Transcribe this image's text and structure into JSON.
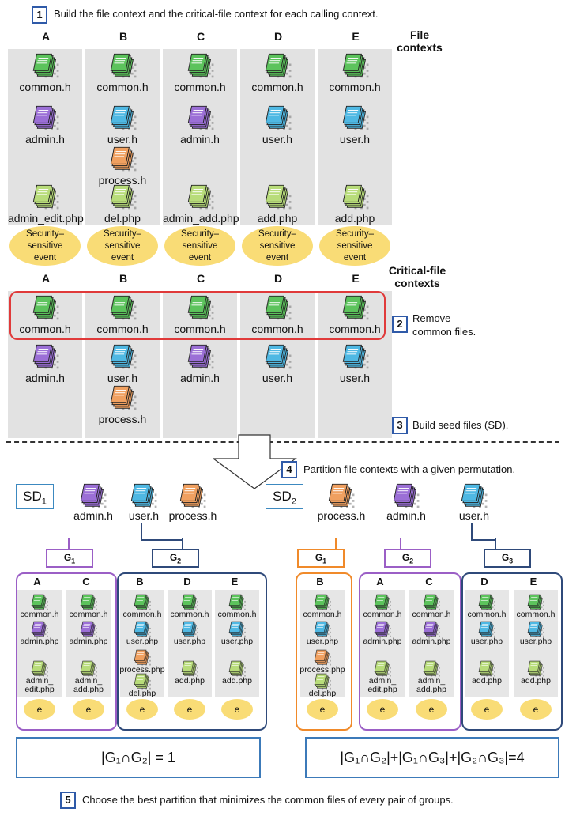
{
  "steps": [
    {
      "num": "1",
      "text": "Build the file context and the critical-file context for each calling context."
    },
    {
      "num": "2",
      "text": "Remove\ncommon files."
    },
    {
      "num": "3",
      "text": "Build seed files (SD)."
    },
    {
      "num": "4",
      "text": "Partition file contexts with a given permutation."
    },
    {
      "num": "5",
      "text": "Choose the best partition that minimizes the common files of every pair of groups."
    }
  ],
  "file_contexts": {
    "title_line1": "File",
    "title_line2": "contexts",
    "columns": [
      {
        "label": "A",
        "files": [
          "common.h",
          "admin.h",
          "admin_edit.php"
        ]
      },
      {
        "label": "B",
        "files": [
          "common.h",
          "user.h",
          "process.h",
          "del.php"
        ]
      },
      {
        "label": "C",
        "files": [
          "common.h",
          "admin.h",
          "admin_add.php"
        ]
      },
      {
        "label": "D",
        "files": [
          "common.h",
          "user.h",
          "add.php"
        ]
      },
      {
        "label": "E",
        "files": [
          "common.h",
          "user.h",
          "add.php"
        ]
      }
    ],
    "event_label": "Security–\nsensitive\nevent"
  },
  "critical_contexts": {
    "title_line1": "Critical-file",
    "title_line2": "contexts",
    "columns": [
      {
        "label": "A",
        "files": [
          "common.h",
          "admin.h"
        ]
      },
      {
        "label": "B",
        "files": [
          "common.h",
          "user.h",
          "process.h"
        ]
      },
      {
        "label": "C",
        "files": [
          "common.h",
          "admin.h"
        ]
      },
      {
        "label": "D",
        "files": [
          "common.h",
          "user.h"
        ]
      },
      {
        "label": "E",
        "files": [
          "common.h",
          "user.h"
        ]
      }
    ]
  },
  "partition1": {
    "sd_label": "SD",
    "sd_sub": "1",
    "seeds": [
      "admin.h",
      "user.h",
      "process.h"
    ],
    "groups": [
      {
        "label": "G",
        "sub": "1",
        "columns": [
          {
            "label": "A",
            "files": [
              "common.h",
              "admin.php",
              "admin_\nedit.php"
            ]
          },
          {
            "label": "C",
            "files": [
              "common.h",
              "admin.php",
              "admin_\nadd.php"
            ]
          }
        ]
      },
      {
        "label": "G",
        "sub": "2",
        "columns": [
          {
            "label": "B",
            "files": [
              "common.h",
              "user.php",
              "process.php",
              "del.php"
            ]
          },
          {
            "label": "D",
            "files": [
              "common.h",
              "user.php",
              "add.php"
            ]
          },
          {
            "label": "E",
            "files": [
              "common.h",
              "user.php",
              "add.php"
            ]
          }
        ]
      }
    ],
    "formula": "|G₁∩G₂| = 1"
  },
  "partition2": {
    "sd_label": "SD",
    "sd_sub": "2",
    "seeds": [
      "process.h",
      "admin.h",
      "user.h"
    ],
    "groups": [
      {
        "label": "G",
        "sub": "1",
        "columns": [
          {
            "label": "B",
            "files": [
              "common.h",
              "user.php",
              "process.php",
              "del.php"
            ]
          }
        ]
      },
      {
        "label": "G",
        "sub": "2",
        "columns": [
          {
            "label": "A",
            "files": [
              "common.h",
              "admin.php",
              "admin_\nedit.php"
            ]
          },
          {
            "label": "C",
            "files": [
              "common.h",
              "admin.php",
              "admin_\nadd.php"
            ]
          }
        ]
      },
      {
        "label": "G",
        "sub": "3",
        "columns": [
          {
            "label": "D",
            "files": [
              "common.h",
              "user.php",
              "add.php"
            ]
          },
          {
            "label": "E",
            "files": [
              "common.h",
              "user.php",
              "add.php"
            ]
          }
        ]
      }
    ],
    "formula": "|G₁∩G₂|+|G₁∩G₃|+|G₂∩G₃|=4"
  },
  "event_short": "e",
  "colors": {
    "green": "#5cc35c",
    "purple": "#9b6fd6",
    "blue": "#4fb8e3",
    "orange": "#f0a060",
    "lightgreen": "#b8dc7a",
    "event": "#f9dc76",
    "step_border": "#2f5aa8",
    "red_box": "#e03a3a"
  }
}
